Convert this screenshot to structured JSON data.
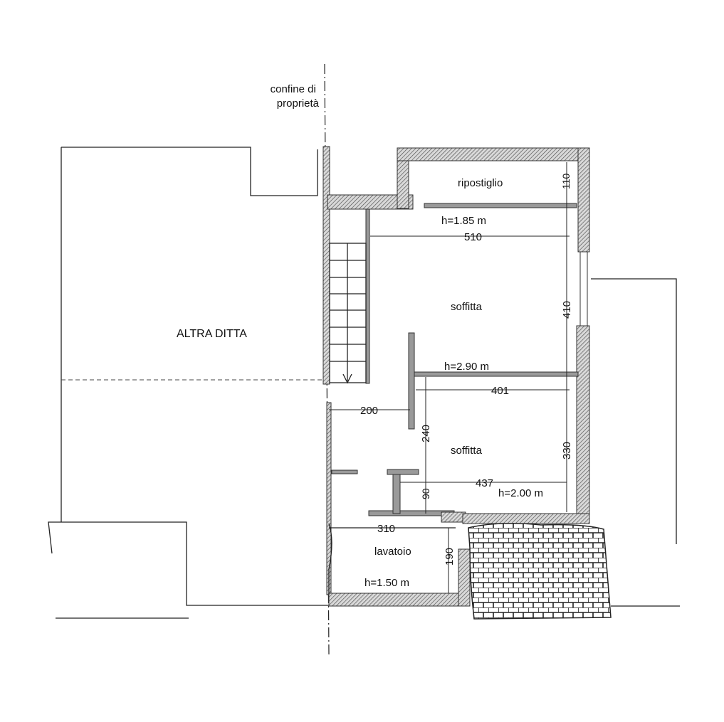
{
  "labels": {
    "property_line": [
      "confine di",
      "proprietà"
    ],
    "other_owner": "ALTRA DITTA",
    "storage": "ripostiglio",
    "attic_upper": "soffitta",
    "attic_lower": "soffitta",
    "laundry": "lavatoio"
  },
  "heights": {
    "storage": "h=1.85 m",
    "attic_upper": "h=2.90 m",
    "attic_lower": "h=2.00 m",
    "laundry": "h=1.50 m"
  },
  "dimensions": {
    "storage_depth": "110",
    "upper_width": "510",
    "upper_depth": "410",
    "mid_width": "401",
    "corridor_width": "200",
    "corridor_depth": "240",
    "lower_depth": "330",
    "lower_width": "437",
    "step_depth": "90",
    "laundry_width": "310",
    "laundry_depth": "190"
  }
}
